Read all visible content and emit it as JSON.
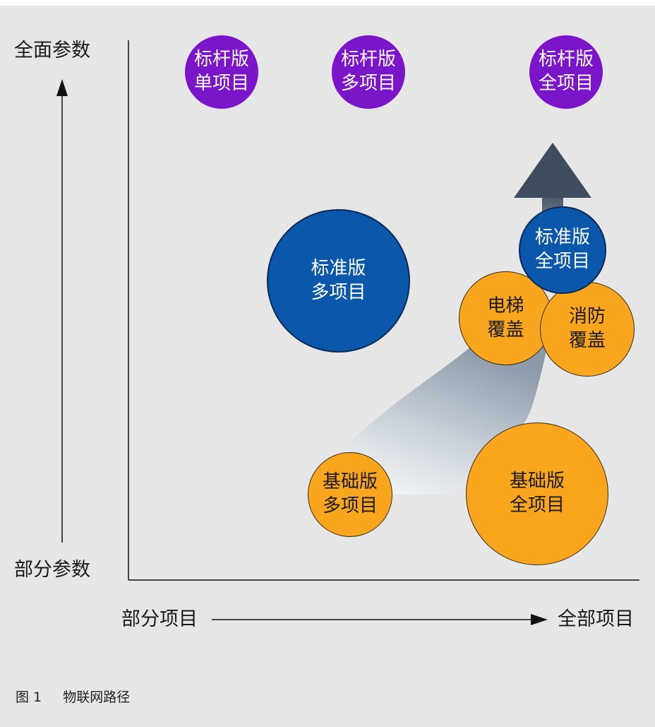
{
  "y_axis": {
    "top_label": "全面参数",
    "bottom_label": "部分参数"
  },
  "x_axis": {
    "left_label": "部分项目",
    "right_label": "全部项目"
  },
  "nodes": {
    "benchmark_single": [
      "标杆版",
      "单项目"
    ],
    "benchmark_multi": [
      "标杆版",
      "多项目"
    ],
    "benchmark_all": [
      "标杆版",
      "全项目"
    ],
    "standard_multi": [
      "标准版",
      "多项目"
    ],
    "standard_all": [
      "标准版",
      "全项目"
    ],
    "elevator": [
      "电梯",
      "覆盖"
    ],
    "fire": [
      "消防",
      "覆盖"
    ],
    "basic_multi": [
      "基础版",
      "多项目"
    ],
    "basic_all": [
      "基础版",
      "全项目"
    ]
  },
  "caption": {
    "number": "图 1",
    "title": "物联网路径"
  },
  "colors": {
    "background": "#e6e6e6",
    "benchmark": "#7a15c9",
    "standard": "#0a57ac",
    "basic": "#f9a61e",
    "arrow": "#4a5a6b"
  }
}
